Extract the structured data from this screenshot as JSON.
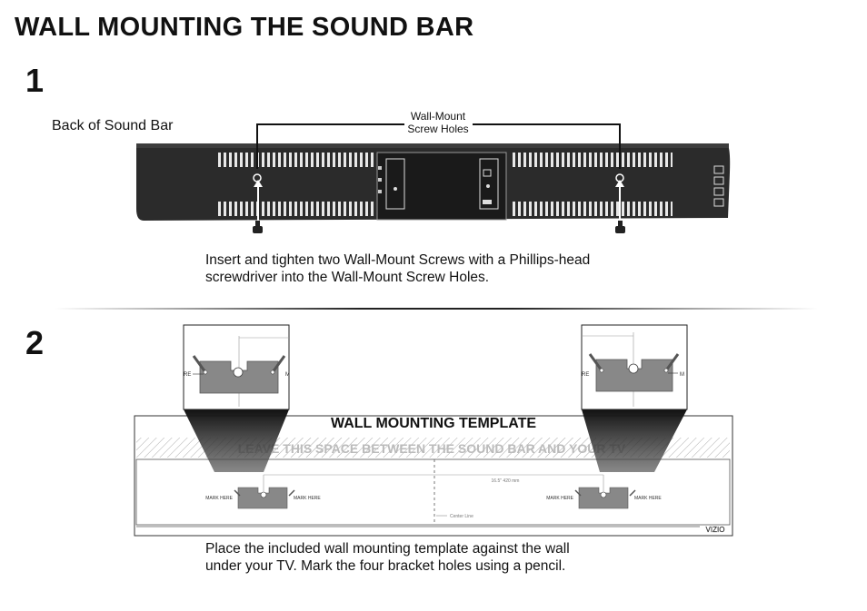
{
  "title": "WALL MOUNTING THE SOUND BAR",
  "step1": {
    "number": "1",
    "back_label": "Back of Sound Bar",
    "wall_mount_label_line1": "Wall-Mount",
    "wall_mount_label_line2": "Screw Holes",
    "instruction_line1": "Insert and tighten two Wall-Mount Screws with a Phillips-head",
    "instruction_line2": "screwdriver into the Wall-Mount Screw Holes."
  },
  "step2": {
    "number": "2",
    "template_title": "WALL MOUNTING TEMPLATE",
    "leave_space_text": "LEAVE THIS SPACE BETWEEN THE SOUND BAR AND YOUR TV",
    "mark_here": "MARK HERE",
    "measurement": "16.5\" 420 mm",
    "center_line": "Center Line",
    "brand": "VIZIO",
    "zoom_left_label_a": "RE",
    "zoom_left_label_b": "M",
    "zoom_right_label_a": "RE",
    "zoom_right_label_b": "M",
    "instruction_line1": "Place the included wall mounting template against the wall",
    "instruction_line2": "under your TV. Mark the four bracket holes using a pencil."
  }
}
